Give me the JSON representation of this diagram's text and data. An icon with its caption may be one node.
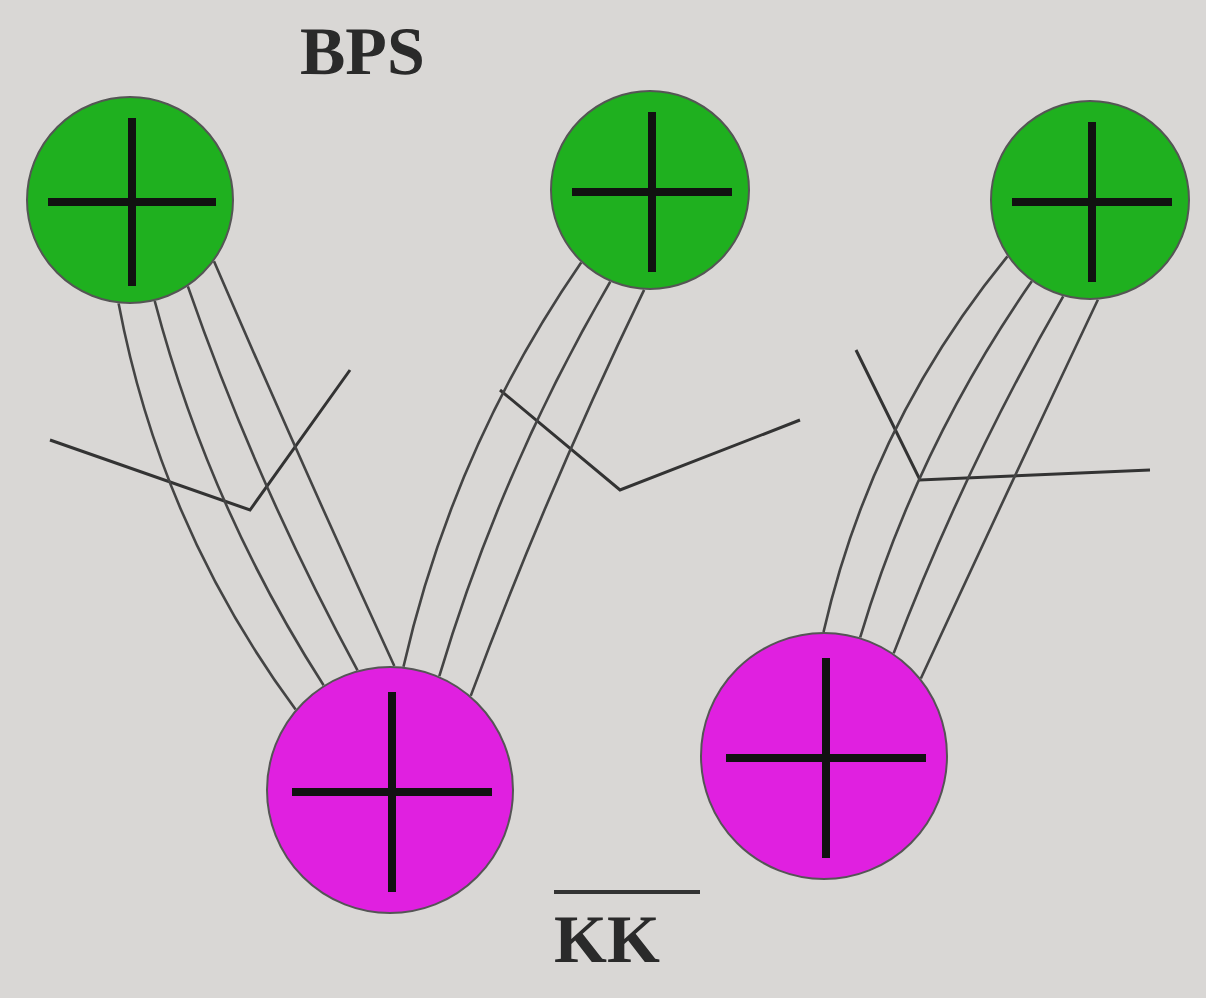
{
  "diagram": {
    "nodes": [
      {
        "text": [],
        "shape": "circle"
      },
      {
        "text": [],
        "shape": "circle"
      },
      {
        "text": [],
        "shape": "circle"
      },
      {
        "text": [],
        "shape": "circle"
      },
      {
        "text": [],
        "shape": "circle"
      }
    ],
    "edges": [
      {
        "from": 0,
        "to": 3,
        "arrow": "none"
      },
      {
        "from": 0,
        "to": 3,
        "arrow": "none"
      },
      {
        "from": 0,
        "to": 3,
        "arrow": "none"
      },
      {
        "from": 0,
        "to": 3,
        "arrow": "none"
      },
      {
        "from": 1,
        "to": 3,
        "arrow": "none"
      },
      {
        "from": 1,
        "to": 3,
        "arrow": "none"
      },
      {
        "from": 1,
        "to": 3,
        "arrow": "none"
      },
      {
        "from": 2,
        "to": 4,
        "arrow": "none"
      },
      {
        "from": 2,
        "to": 4,
        "arrow": "none"
      },
      {
        "from": 2,
        "to": 4,
        "arrow": "none"
      },
      {
        "from": 2,
        "to": 4,
        "arrow": "none"
      }
    ],
    "labels": [
      "BPS",
      "KK"
    ]
  }
}
